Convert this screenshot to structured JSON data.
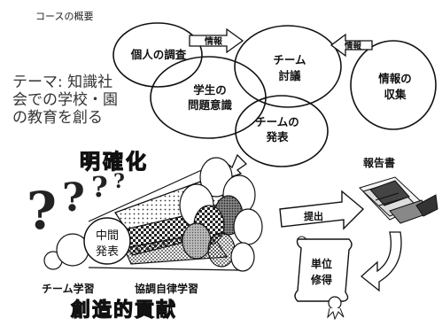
{
  "header": {
    "title": "コースの概要"
  },
  "theme_label": [
    "テーマ: 知識社",
    "会での学校・園",
    "の教育を創る"
  ],
  "circles": {
    "kojin": "個人の調査",
    "gakusei": [
      "学生の",
      "問題意識"
    ],
    "team_giron": [
      "チーム",
      "討議"
    ],
    "team_happyo": [
      "チームの",
      "発表"
    ],
    "joho_shushu": [
      "情報の",
      "収集"
    ]
  },
  "arrows": {
    "joho_left": "情報",
    "joho_right": "情報",
    "teishutsu": "提出"
  },
  "meikakuka": "明確化",
  "question_marks": [
    "?",
    "?",
    "?",
    "?"
  ],
  "chukan_happyo": [
    "中間",
    "発表"
  ],
  "team_gakushu": "チーム学習",
  "kyocho_jiritsu": "協調自律学習",
  "soutekikoken": "創造的貢献",
  "houkokusho": "報告書",
  "tani_shutoku": [
    "単位",
    "修得"
  ]
}
